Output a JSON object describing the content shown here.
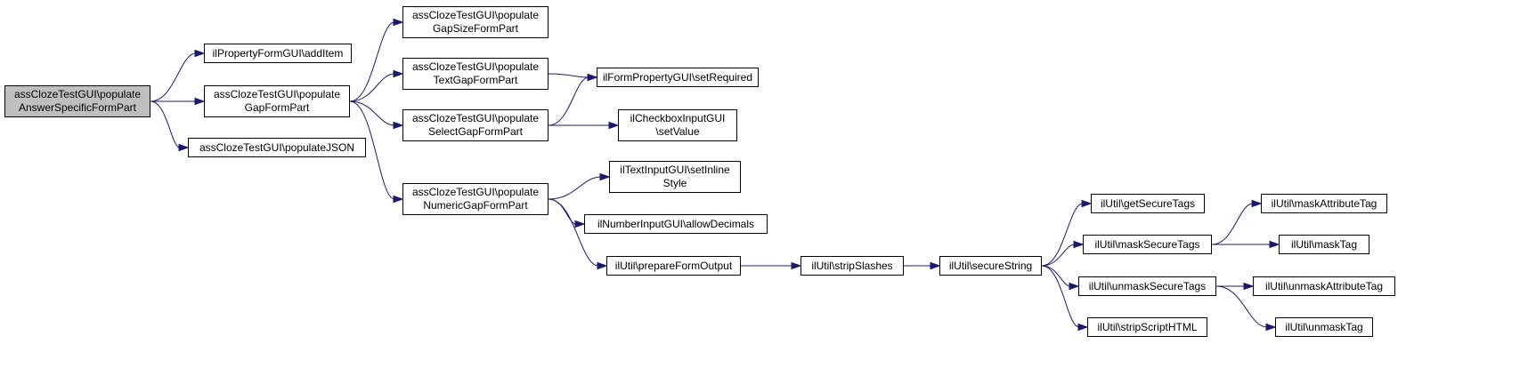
{
  "colors": {
    "edge": "#191970",
    "root_fill": "#bfbfbf",
    "node_fill": "#ffffff",
    "border": "#000000"
  },
  "nodes": [
    {
      "id": "n0",
      "label": "assClozeTestGUI\\populate\nAnswerSpecificFormPart",
      "root": true
    },
    {
      "id": "n1",
      "label": "ilPropertyFormGUI\\addItem"
    },
    {
      "id": "n2",
      "label": "assClozeTestGUI\\populate\nGapFormPart"
    },
    {
      "id": "n3",
      "label": "assClozeTestGUI\\populateJSON"
    },
    {
      "id": "n4",
      "label": "assClozeTestGUI\\populate\nGapSizeFormPart"
    },
    {
      "id": "n5",
      "label": "assClozeTestGUI\\populate\nTextGapFormPart"
    },
    {
      "id": "n6",
      "label": "assClozeTestGUI\\populate\nSelectGapFormPart"
    },
    {
      "id": "n7",
      "label": "assClozeTestGUI\\populate\nNumericGapFormPart"
    },
    {
      "id": "n8",
      "label": "ilFormPropertyGUI\\setRequired"
    },
    {
      "id": "n9",
      "label": "ilCheckboxInputGUI\n\\setValue"
    },
    {
      "id": "n10",
      "label": "ilTextInputGUI\\setInline\nStyle"
    },
    {
      "id": "n11",
      "label": "ilNumberInputGUI\\allowDecimals"
    },
    {
      "id": "n12",
      "label": "ilUtil\\prepareFormOutput"
    },
    {
      "id": "n13",
      "label": "ilUtil\\stripSlashes"
    },
    {
      "id": "n14",
      "label": "ilUtil\\secureString"
    },
    {
      "id": "n15",
      "label": "ilUtil\\getSecureTags"
    },
    {
      "id": "n16",
      "label": "ilUtil\\maskSecureTags"
    },
    {
      "id": "n17",
      "label": "ilUtil\\unmaskSecureTags"
    },
    {
      "id": "n18",
      "label": "ilUtil\\stripScriptHTML"
    },
    {
      "id": "n19",
      "label": "ilUtil\\maskAttributeTag"
    },
    {
      "id": "n20",
      "label": "ilUtil\\maskTag"
    },
    {
      "id": "n21",
      "label": "ilUtil\\unmaskAttributeTag"
    },
    {
      "id": "n22",
      "label": "ilUtil\\unmaskTag"
    }
  ],
  "edges": [
    [
      "n0",
      "n1"
    ],
    [
      "n0",
      "n2"
    ],
    [
      "n0",
      "n3"
    ],
    [
      "n2",
      "n4"
    ],
    [
      "n2",
      "n5"
    ],
    [
      "n2",
      "n6"
    ],
    [
      "n2",
      "n7"
    ],
    [
      "n5",
      "n8"
    ],
    [
      "n6",
      "n8"
    ],
    [
      "n6",
      "n9"
    ],
    [
      "n7",
      "n10"
    ],
    [
      "n7",
      "n11"
    ],
    [
      "n7",
      "n12"
    ],
    [
      "n12",
      "n13"
    ],
    [
      "n13",
      "n14"
    ],
    [
      "n14",
      "n15"
    ],
    [
      "n14",
      "n16"
    ],
    [
      "n14",
      "n17"
    ],
    [
      "n14",
      "n18"
    ],
    [
      "n16",
      "n19"
    ],
    [
      "n16",
      "n20"
    ],
    [
      "n17",
      "n21"
    ],
    [
      "n17",
      "n22"
    ]
  ]
}
